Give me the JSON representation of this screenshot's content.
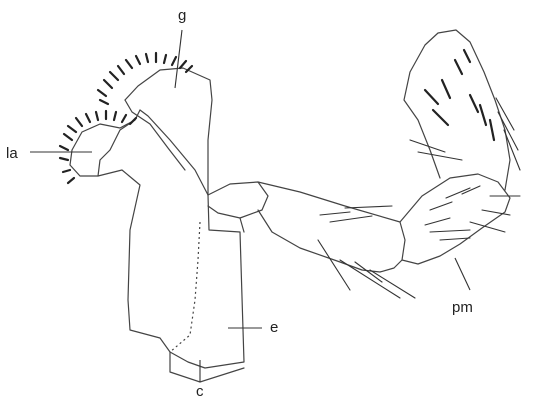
{
  "labels": {
    "g": "g",
    "la": "la",
    "e": "e",
    "pm": "pm",
    "c": "c"
  },
  "colors": {
    "outline": "#444444",
    "setae": "#222222",
    "background": "#ffffff"
  }
}
